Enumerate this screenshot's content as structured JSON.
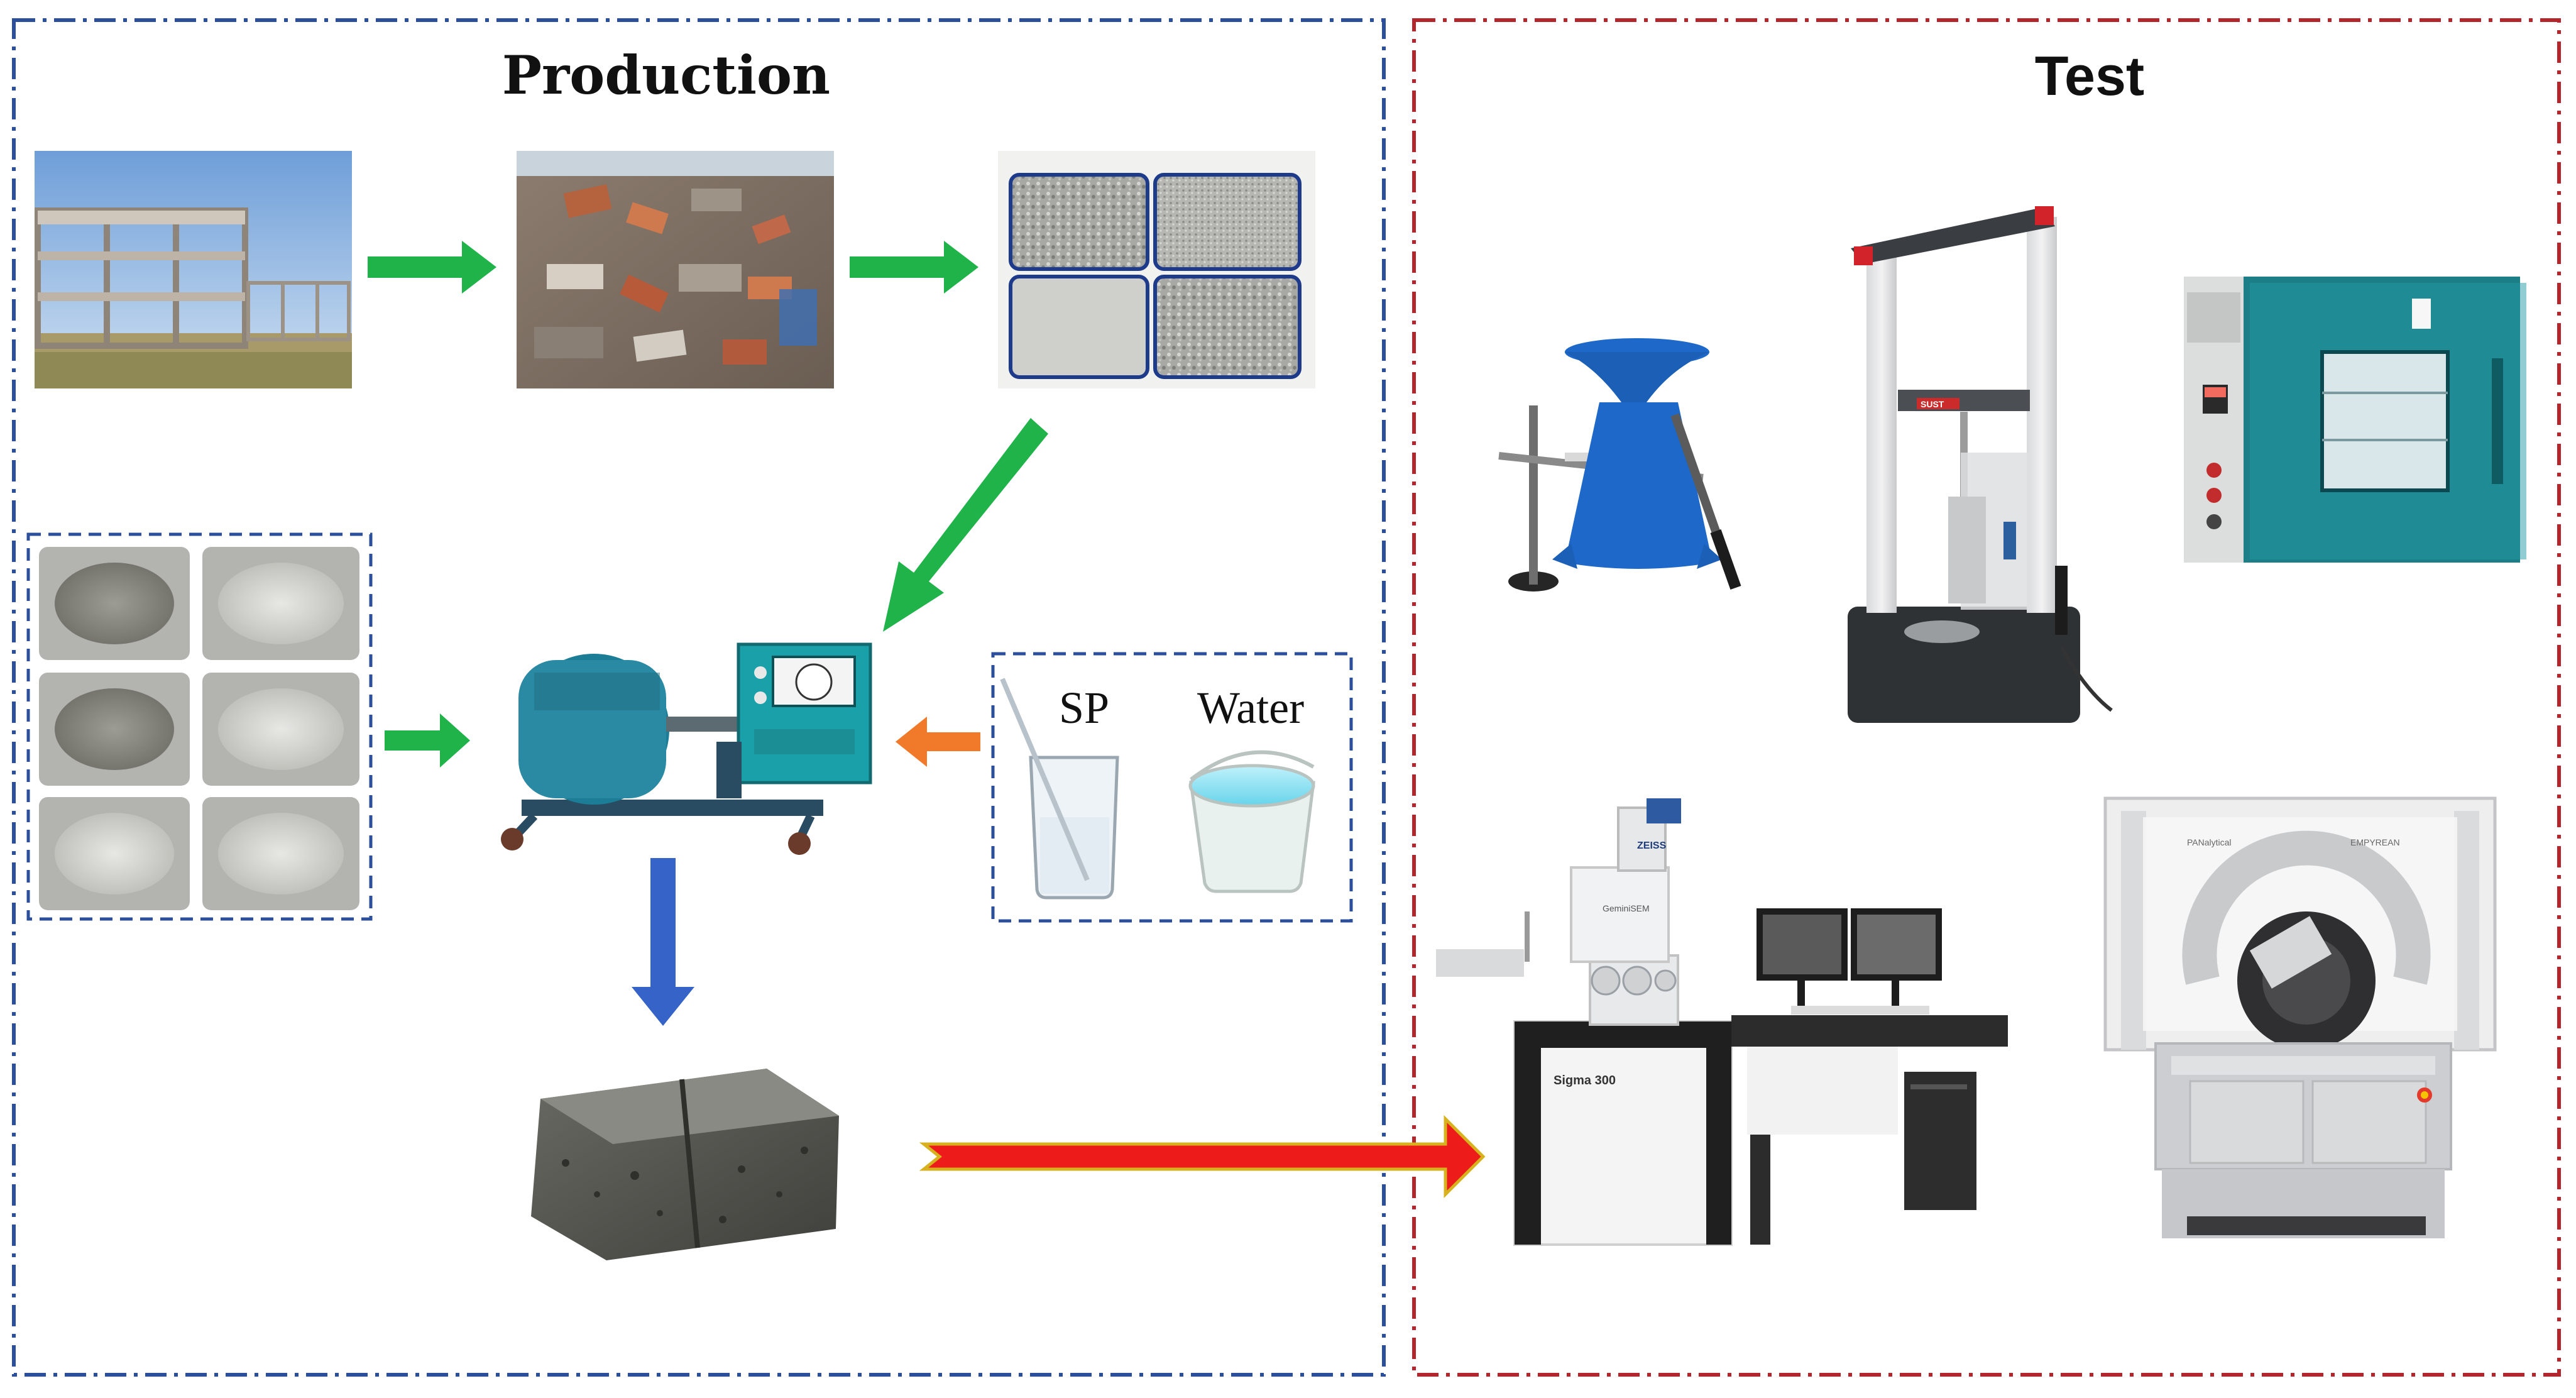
{
  "production": {
    "title": "Production"
  },
  "test": {
    "title": "Test"
  },
  "admixtures": {
    "sp_label": "SP",
    "water_label": "Water"
  },
  "equipment_text": {
    "utm_display": "SUST",
    "sem_brand": "ZEISS",
    "sem_model_top": "GeminiSEM",
    "sem_model": "Sigma 300",
    "xrd_brand": "PANalytical",
    "xrd_model": "EMPYREAN"
  },
  "colors": {
    "production_border": "#2c4f9c",
    "test_border": "#b3262d",
    "arrow_green": "#1fb34a",
    "arrow_orange": "#f07a2a",
    "arrow_blue": "#3563c8",
    "arrow_red": "#ee1b1b",
    "arrow_red_outline": "#d8b21e",
    "cone_blue": "#1d68c8",
    "mixer_teal": "#1b7d96"
  }
}
